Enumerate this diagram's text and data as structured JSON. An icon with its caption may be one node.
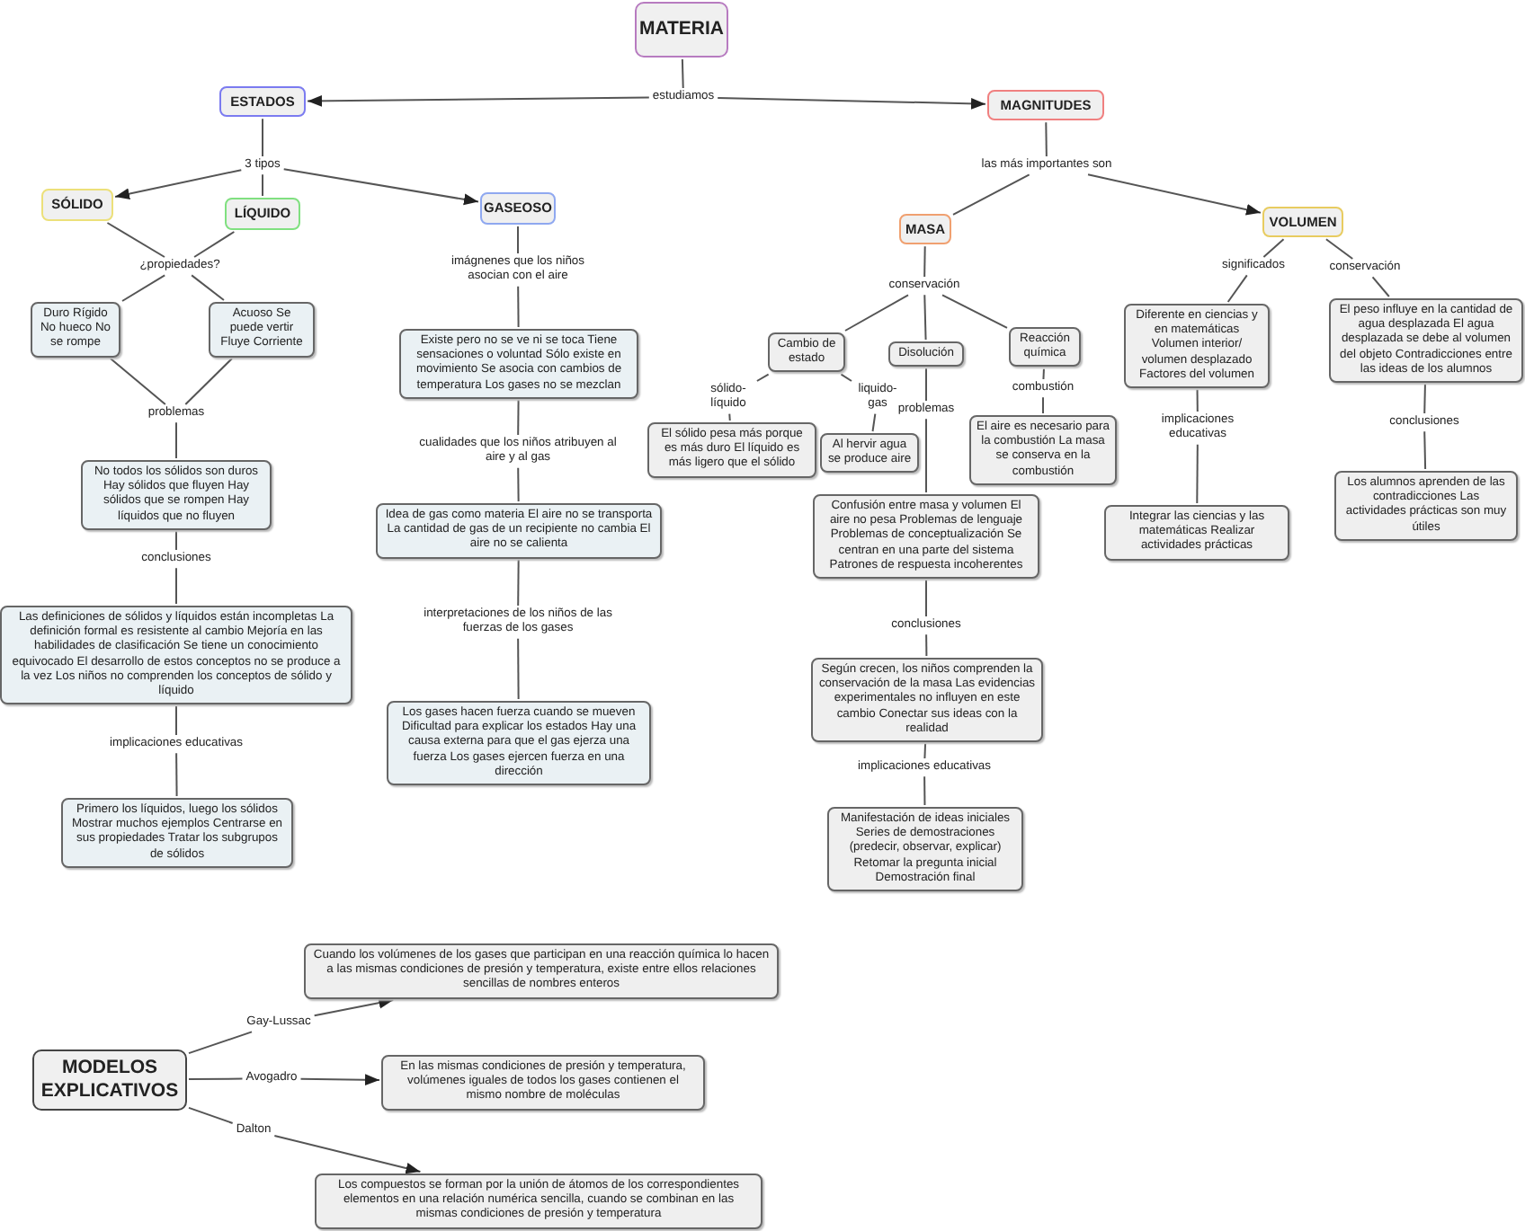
{
  "diagram": {
    "nodes": [
      {
        "text": [
          "MATERIA"
        ]
      },
      {
        "text": [
          "estudiamos"
        ]
      },
      {
        "text": [
          "ESTADOS"
        ]
      },
      {
        "text": [
          "MAGNITUDES"
        ]
      },
      {
        "text": [
          "3 tipos"
        ]
      },
      {
        "text": [
          "SÓLIDO"
        ]
      },
      {
        "text": [
          "LÍQUIDO"
        ]
      },
      {
        "text": [
          "GASEOSO"
        ]
      },
      {
        "text": [
          "¿propiedades?"
        ]
      },
      {
        "text": [
          "Duro Rígido No hueco No se rompe"
        ]
      },
      {
        "text": [
          "Acuoso Se puede vertir Fluye Corriente"
        ]
      },
      {
        "text": [
          "problemas"
        ]
      },
      {
        "text": [
          "No todos los sólidos son duros Hay sólidos que fluyen Hay sólidos que se rompen Hay líquidos que no fluyen"
        ]
      },
      {
        "text": [
          "conclusiones"
        ]
      },
      {
        "text": [
          "Las definiciones de sólidos y líquidos están incompletas La definición formal es resistente al cambio Mejoría en las habilidades de clasificación Se tiene un conocimiento equivocado El desarrollo de estos conceptos no se produce a la vez Los niños no comprenden los conceptos de sólido y líquido"
        ]
      },
      {
        "text": [
          "implicaciones educativas"
        ]
      },
      {
        "text": [
          "Primero los líquidos, luego los sólidos Mostrar muchos ejemplos Centrarse en sus propiedades Tratar los subgrupos de sólidos"
        ]
      },
      {
        "text": [
          "imágnenes que los niños asocian con el aire"
        ]
      },
      {
        "text": [
          "Existe pero no se ve ni se toca Tiene sensaciones o voluntad Sólo existe en movimiento Se asocia con cambios de temperatura Los gases no se mezclan"
        ]
      },
      {
        "text": [
          "cualidades que los niños atribuyen al aire y al gas"
        ]
      },
      {
        "text": [
          "Idea de gas como materia El aire no se transporta La cantidad de gas de un recipiente no cambia El aire no se calienta"
        ]
      },
      {
        "text": [
          "interpretaciones de los niños de las fuerzas de los gases"
        ]
      },
      {
        "text": [
          "Los gases hacen fuerza cuando se mueven Dificultad para explicar los estados Hay una causa externa para que el gas ejerza una fuerza Los gases ejercen fuerza en una dirección"
        ]
      },
      {
        "text": [
          "las más importantes son"
        ]
      },
      {
        "text": [
          "MASA"
        ]
      },
      {
        "text": [
          "VOLUMEN"
        ]
      },
      {
        "text": [
          "conservación"
        ]
      },
      {
        "text": [
          "Cambio de estado"
        ]
      },
      {
        "text": [
          "Disolución"
        ]
      },
      {
        "text": [
          "Reacción química"
        ]
      },
      {
        "text": [
          "sólido-líquido"
        ]
      },
      {
        "text": [
          "liquido-gas"
        ]
      },
      {
        "text": [
          "problemas"
        ]
      },
      {
        "text": [
          "combustión"
        ]
      },
      {
        "text": [
          "El sólido pesa más porque es más duro El líquido es más ligero que el sólido"
        ]
      },
      {
        "text": [
          "Al hervir agua se produce aire"
        ]
      },
      {
        "text": [
          "El aire es necesario para la combustión La masa se conserva en la combustión"
        ]
      },
      {
        "text": [
          "Confusión entre masa y volumen El aire no pesa Problemas de lenguaje Problemas de conceptualización Se centran en una parte del sistema Patrones de respuesta incoherentes"
        ]
      },
      {
        "text": [
          "conclusiones"
        ]
      },
      {
        "text": [
          "Según crecen, los niños comprenden la conservación de la masa Las evidencias experimentales no influyen en este cambio Conectar sus ideas con la realidad"
        ]
      },
      {
        "text": [
          "implicaciones educativas"
        ]
      },
      {
        "text": [
          "Manifestación de ideas iniciales Series de demostraciones (predecir, observar, explicar) Retomar la pregunta inicial Demostración final"
        ]
      },
      {
        "text": [
          "significados"
        ]
      },
      {
        "text": [
          "conservación"
        ]
      },
      {
        "text": [
          "Diferente en ciencias y en matemáticas Volumen interior/ volumen desplazado Factores del volumen"
        ]
      },
      {
        "text": [
          "El peso influye en la cantidad de agua desplazada El agua desplazada se debe al volumen del objeto Contradicciones entre las ideas de los alumnos"
        ]
      },
      {
        "text": [
          "implicaciones educativas"
        ]
      },
      {
        "text": [
          "conclusiones"
        ]
      },
      {
        "text": [
          "Integrar las ciencias y las matemáticas Realizar actividades prácticas"
        ]
      },
      {
        "text": [
          "Los alumnos aprenden de las contradicciones Las actividades prácticas son muy útiles"
        ]
      },
      {
        "text": [
          "MODELOS EXPLICATIVOS"
        ]
      },
      {
        "text": [
          "Gay-Lussac"
        ]
      },
      {
        "text": [
          "Cuando los volúmenes de los gases que participan en una reacción química lo hacen a las mismas condiciones de presión y temperatura, existe entre ellos relaciones sencillas de nombres enteros"
        ]
      },
      {
        "text": [
          "Avogadro"
        ]
      },
      {
        "text": [
          "En las mismas condiciones de presión y temperatura, volúmenes iguales de todos los gases contienen el mismo nombre de moléculas"
        ]
      },
      {
        "text": [
          "Dalton"
        ]
      },
      {
        "text": [
          "Los compuestos se forman por la unión de átomos de los correspondientes elementos en una relación numérica sencilla, cuando se combinan en las mismas condiciones de presión y temperatura"
        ]
      }
    ],
    "edges": [
      {
        "from": 0,
        "to": 1,
        "arrow": "none"
      },
      {
        "from": 1,
        "to": 2,
        "arrow": "to"
      },
      {
        "from": 1,
        "to": 3,
        "arrow": "to"
      },
      {
        "from": 2,
        "to": 4,
        "arrow": "none"
      },
      {
        "from": 4,
        "to": 5,
        "arrow": "to"
      },
      {
        "from": 4,
        "to": 6,
        "arrow": "none"
      },
      {
        "from": 4,
        "to": 7,
        "arrow": "to"
      },
      {
        "from": 5,
        "to": 8,
        "arrow": "none"
      },
      {
        "from": 6,
        "to": 8,
        "arrow": "none"
      },
      {
        "from": 8,
        "to": 9,
        "arrow": "none"
      },
      {
        "from": 8,
        "to": 10,
        "arrow": "none"
      },
      {
        "from": 9,
        "to": 11,
        "arrow": "none"
      },
      {
        "from": 10,
        "to": 11,
        "arrow": "none"
      },
      {
        "from": 11,
        "to": 12,
        "arrow": "none"
      },
      {
        "from": 12,
        "to": 13,
        "arrow": "none"
      },
      {
        "from": 13,
        "to": 14,
        "arrow": "none"
      },
      {
        "from": 14,
        "to": 15,
        "arrow": "none"
      },
      {
        "from": 15,
        "to": 16,
        "arrow": "none"
      },
      {
        "from": 7,
        "to": 17,
        "arrow": "none"
      },
      {
        "from": 17,
        "to": 18,
        "arrow": "none"
      },
      {
        "from": 18,
        "to": 19,
        "arrow": "none"
      },
      {
        "from": 19,
        "to": 20,
        "arrow": "none"
      },
      {
        "from": 20,
        "to": 21,
        "arrow": "none"
      },
      {
        "from": 21,
        "to": 22,
        "arrow": "none"
      },
      {
        "from": 3,
        "to": 23,
        "arrow": "none"
      },
      {
        "from": 23,
        "to": 24,
        "arrow": "none"
      },
      {
        "from": 23,
        "to": 25,
        "arrow": "to"
      },
      {
        "from": 24,
        "to": 26,
        "arrow": "none"
      },
      {
        "from": 26,
        "to": 27,
        "arrow": "none"
      },
      {
        "from": 26,
        "to": 28,
        "arrow": "none"
      },
      {
        "from": 26,
        "to": 29,
        "arrow": "none"
      },
      {
        "from": 27,
        "to": 30,
        "arrow": "none"
      },
      {
        "from": 30,
        "to": 34,
        "arrow": "none"
      },
      {
        "from": 27,
        "to": 31,
        "arrow": "none"
      },
      {
        "from": 31,
        "to": 35,
        "arrow": "none"
      },
      {
        "from": 28,
        "to": 32,
        "arrow": "none"
      },
      {
        "from": 32,
        "to": 37,
        "arrow": "none"
      },
      {
        "from": 29,
        "to": 33,
        "arrow": "none"
      },
      {
        "from": 33,
        "to": 36,
        "arrow": "none"
      },
      {
        "from": 37,
        "to": 38,
        "arrow": "none"
      },
      {
        "from": 38,
        "to": 39,
        "arrow": "none"
      },
      {
        "from": 39,
        "to": 40,
        "arrow": "none"
      },
      {
        "from": 40,
        "to": 41,
        "arrow": "none"
      },
      {
        "from": 25,
        "to": 42,
        "arrow": "none"
      },
      {
        "from": 42,
        "to": 44,
        "arrow": "none"
      },
      {
        "from": 25,
        "to": 43,
        "arrow": "none"
      },
      {
        "from": 43,
        "to": 45,
        "arrow": "none"
      },
      {
        "from": 44,
        "to": 46,
        "arrow": "none"
      },
      {
        "from": 46,
        "to": 48,
        "arrow": "none"
      },
      {
        "from": 45,
        "to": 47,
        "arrow": "none"
      },
      {
        "from": 47,
        "to": 49,
        "arrow": "none"
      },
      {
        "from": 50,
        "to": 51,
        "arrow": "none"
      },
      {
        "from": 51,
        "to": 52,
        "arrow": "to"
      },
      {
        "from": 50,
        "to": 53,
        "arrow": "none"
      },
      {
        "from": 53,
        "to": 54,
        "arrow": "to"
      },
      {
        "from": 50,
        "to": 55,
        "arrow": "none"
      },
      {
        "from": 55,
        "to": 56,
        "arrow": "to"
      }
    ]
  }
}
